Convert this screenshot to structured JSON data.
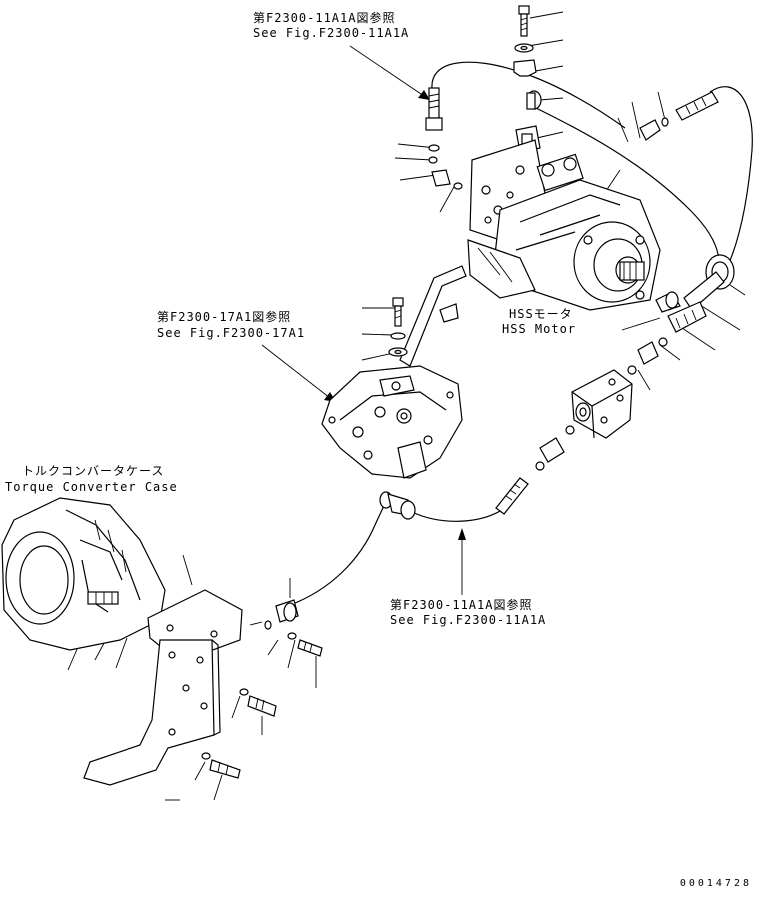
{
  "references": {
    "top_fig_jp": "第F2300-11A1A図参照",
    "top_fig_en": "See Fig.F2300-11A1A",
    "mid_fig_jp": "第F2300-17A1図参照",
    "mid_fig_en": "See Fig.F2300-17A1",
    "bottom_fig_jp": "第F2300-11A1A図参照",
    "bottom_fig_en": "See Fig.F2300-11A1A"
  },
  "components": {
    "hss_motor_jp": "HSSモータ",
    "hss_motor_en": "HSS Motor",
    "torque_case_jp": "トルクコンバータケース",
    "torque_case_en": "Torque Converter Case"
  },
  "serial_number": "00014728"
}
